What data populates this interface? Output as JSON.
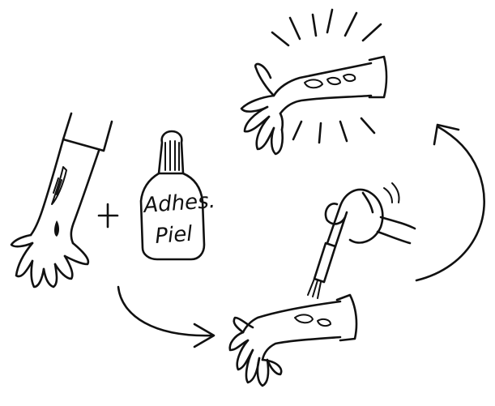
{
  "bottle": {
    "label_line1": "Adhes.",
    "label_line2": "Piel"
  },
  "symbols": {
    "plus": "+"
  },
  "colors": {
    "ink": "#111111",
    "background": "#ffffff"
  },
  "icons": {
    "arrows": [
      "curved-arrow-down-right",
      "curved-arrow-up"
    ]
  }
}
